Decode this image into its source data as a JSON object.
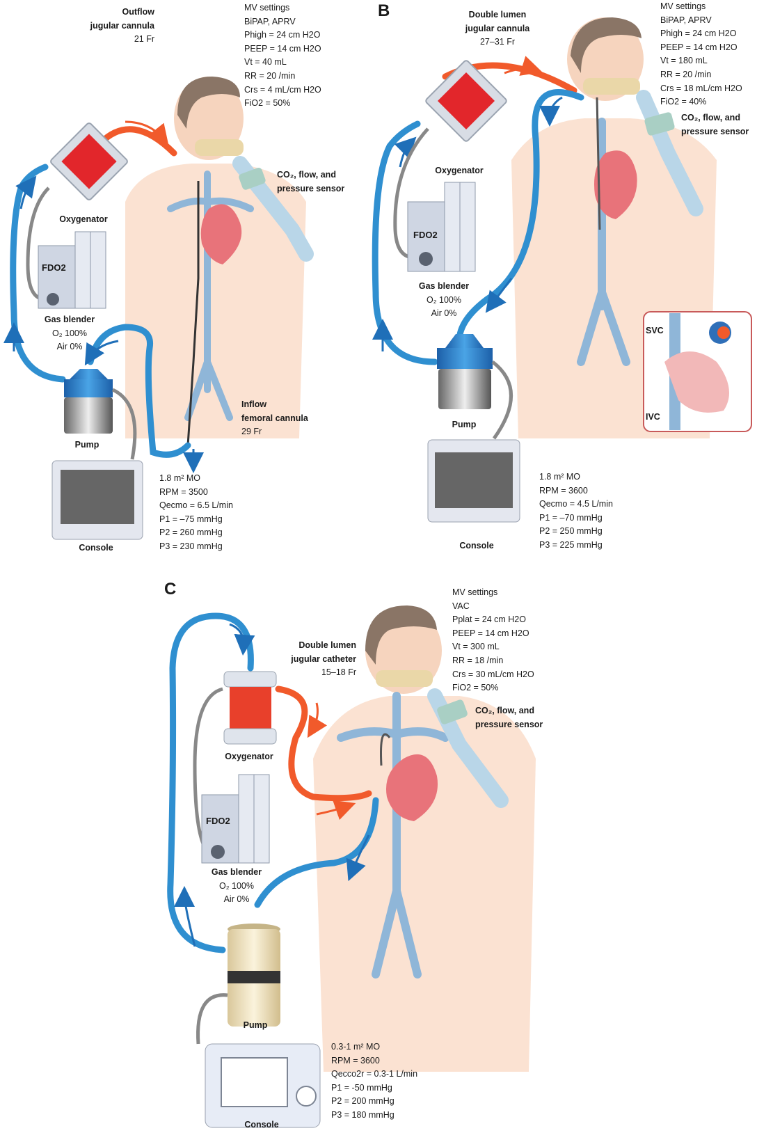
{
  "panels": {
    "a": {
      "letter": "",
      "mv_settings": [
        "MV settings",
        "BiPAP, APRV",
        "Phigh = 24 cm H2O",
        "PEEP = 14 cm H2O",
        "Vt = 40 mL",
        "RR = 20 /min",
        "Crs = 4 mL/cm H2O",
        "FiO2 = 50%"
      ],
      "outflow": {
        "title1": "Outflow",
        "title2": "jugular cannula",
        "size": "21 Fr"
      },
      "inflow": {
        "title1": "Inflow",
        "title2": "femoral cannula",
        "size": "29 Fr"
      },
      "sensor": {
        "line1": "CO₂, flow, and",
        "line2": "pressure sensor"
      },
      "oxygenator": "Oxygenator",
      "blender": {
        "title": "Gas blender",
        "o2": "O₂ 100%",
        "air": "Air 0%",
        "fdo2": "FDO2"
      },
      "pump": "Pump",
      "console": "Console",
      "circuit": [
        "1.8 m² MO",
        "RPM = 3500",
        "Qecmo = 6.5 L/min",
        "P1 = –75 mmHg",
        "P2 = 260 mmHg",
        "P3 = 230 mmHg"
      ]
    },
    "b": {
      "letter": "B",
      "mv_settings": [
        "MV settings",
        "BiPAP, APRV",
        "Phigh = 24 cm H2O",
        "PEEP = 14 cm H2O",
        "Vt = 180 mL",
        "RR = 20 /min",
        "Crs = 18 mL/cm H2O",
        "FiO2 = 40%"
      ],
      "cannula": {
        "title1": "Double lumen",
        "title2": "jugular cannula",
        "size": "27–31 Fr"
      },
      "sensor": {
        "line1": "CO₂, flow, and",
        "line2": "pressure sensor"
      },
      "oxygenator": "Oxygenator",
      "blender": {
        "title": "Gas blender",
        "o2": "O₂ 100%",
        "air": "Air 0%",
        "fdo2": "FDO2"
      },
      "pump": "Pump",
      "console": "Console",
      "inset": {
        "svc": "SVC",
        "ivc": "IVC"
      },
      "circuit": [
        "1.8 m² MO",
        "RPM = 3600",
        "Qecmo = 4.5 L/min",
        "P1 = –70 mmHg",
        "P2 = 250 mmHg",
        "P3 = 225 mmHg"
      ]
    },
    "c": {
      "letter": "C",
      "mv_settings": [
        "MV settings",
        "VAC",
        "Pplat = 24 cm H2O",
        "PEEP = 14 cm H2O",
        "Vt = 300 mL",
        "RR = 18 /min",
        "Crs = 30 mL/cm H2O",
        "FiO2 = 50%"
      ],
      "catheter": {
        "title1": "Double lumen",
        "title2": "jugular catheter",
        "size": "15–18 Fr"
      },
      "sensor": {
        "line1": "CO₂, flow, and",
        "line2": "pressure sensor"
      },
      "oxygenator": "Oxygenator",
      "blender": {
        "title": "Gas blender",
        "o2": "O₂ 100%",
        "air": "Air 0%",
        "fdo2": "FDO2"
      },
      "pump": "Pump",
      "console": "Console",
      "circuit": [
        "0.3-1 m² MO",
        "RPM = 3600",
        "Qecco2r = 0.3-1 L/min",
        "P1 = -50 mmHg",
        "P2 = 200 mmHg",
        "P3 = 180 mmHg"
      ]
    }
  },
  "colors": {
    "venous": "#2f8fd0",
    "arterial": "#f15a2b",
    "skin": "#fbe2d2",
    "heart": "#e8737a",
    "vein": "#8fb6d8",
    "hair": "#8a7566"
  }
}
